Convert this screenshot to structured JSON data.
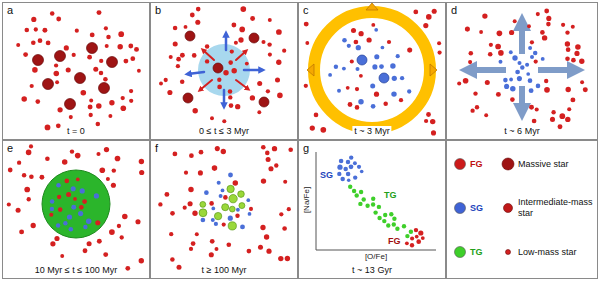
{
  "diagram": {
    "nodes": [
      {
        "text": [
          "a",
          "t = 0"
        ]
      },
      {
        "text": [
          "b",
          "0 ≤ t ≤ 3 Myr"
        ]
      },
      {
        "text": [
          "c",
          "t ~ 3 Myr"
        ]
      },
      {
        "text": [
          "d",
          "t ~ 6 Myr"
        ]
      },
      {
        "text": [
          "e",
          "10 Myr ≤ t ≤ 100 Myr"
        ]
      },
      {
        "text": [
          "f",
          "t ≥ 100 Myr"
        ]
      },
      {
        "text": [
          "g",
          "t ~ 13 Gyr"
        ]
      }
    ],
    "labels": [
      "SG",
      "TG",
      "FG",
      "[Na/Fe]",
      "[O/Fe]"
    ],
    "legend": [
      {
        "text": "FG",
        "color": "#cc1a1a"
      },
      {
        "text": "Massive star"
      },
      {
        "text": "SG",
        "color": "#3f63d6"
      },
      {
        "text": "Intermediate-mass star"
      },
      {
        "text": "TG",
        "color": "#3ecf2a"
      },
      {
        "text": "Low-mass star"
      }
    ]
  }
}
